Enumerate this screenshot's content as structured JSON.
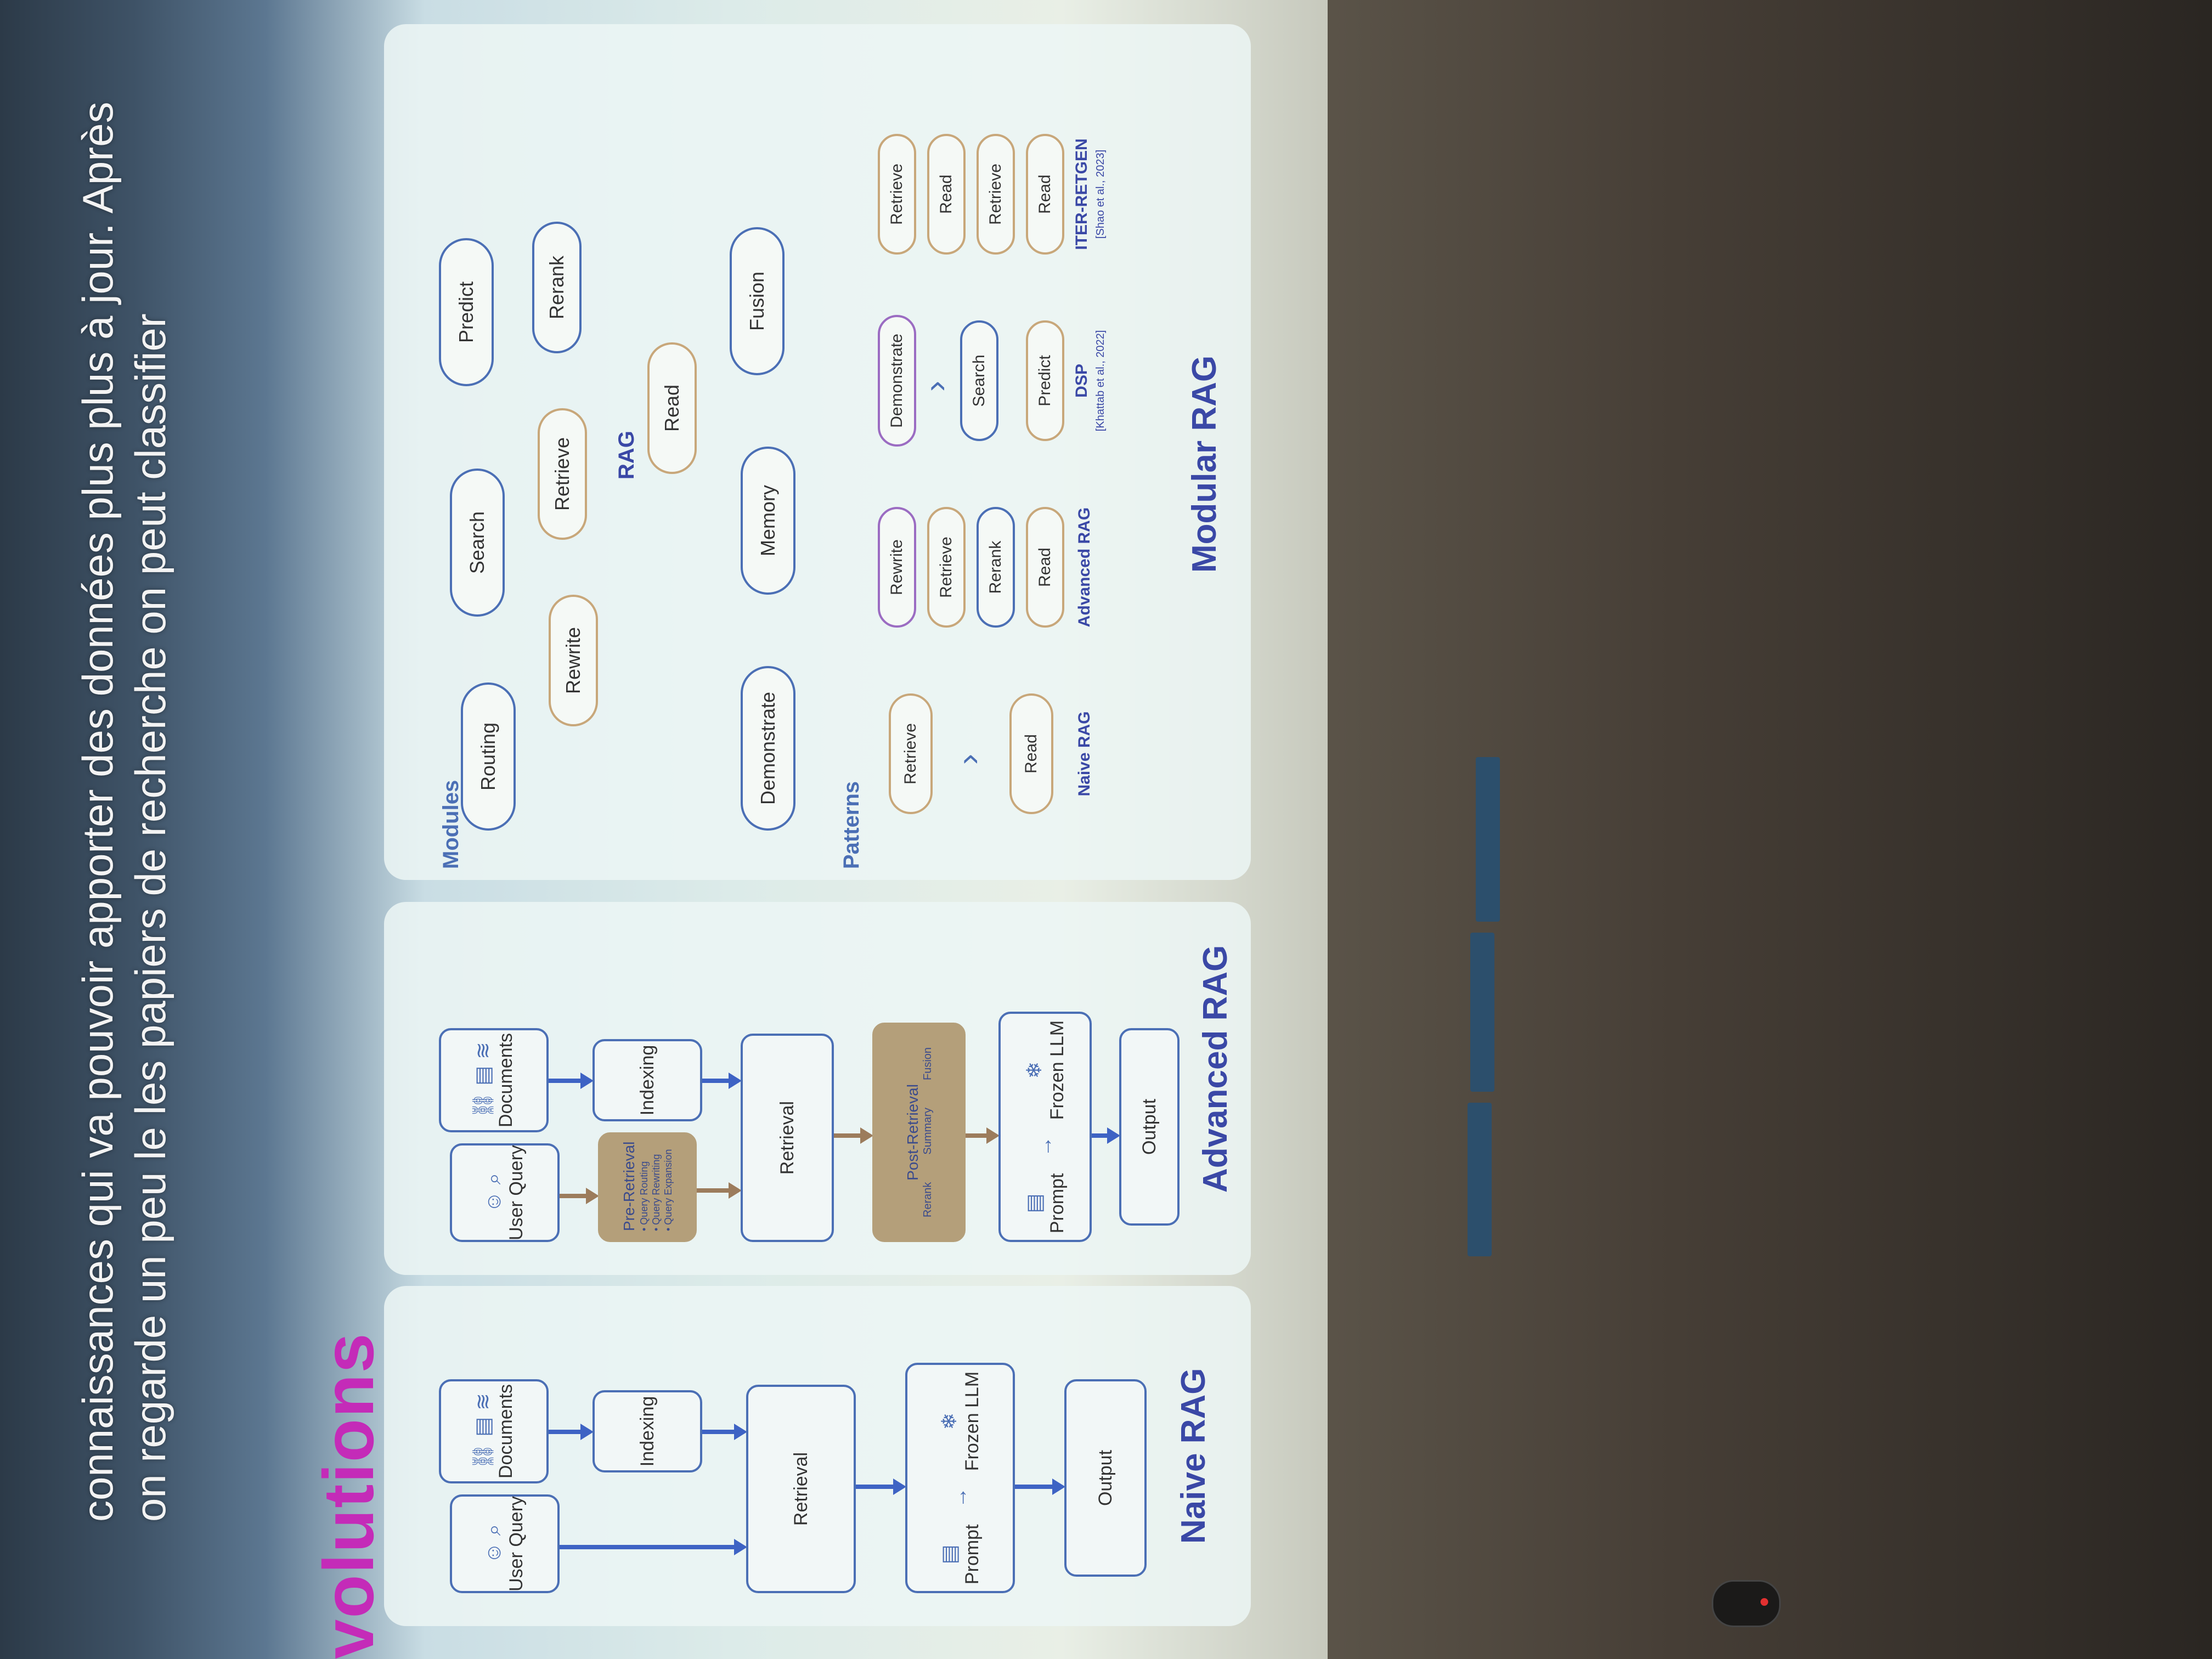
{
  "caption": {
    "line1": "connaissances qui va pouvoir apporter des données plus plus à jour. Après",
    "line2": "on regarde un peu le les papiers de recherche on peut classifier"
  },
  "slide": {
    "section_title": "volutions",
    "naive": {
      "label": "Naive RAG",
      "user_query": [
        "User",
        "Query"
      ],
      "documents": "Documents",
      "indexing": "Indexing",
      "retrieval": "Retrieval",
      "prompt": "Prompt",
      "frozen_llm": "Frozen LLM",
      "output": "Output"
    },
    "advanced": {
      "label": "Advanced RAG",
      "user_query": [
        "User",
        "Query"
      ],
      "documents": "Documents",
      "indexing": "Indexing",
      "pre_retrieval": {
        "title": "Pre-Retrieval",
        "items": [
          "• Query Routing",
          "• Query Rewriting",
          "• Query Expansion"
        ]
      },
      "retrieval": "Retrieval",
      "post_retrieval": {
        "title": "Post-Retrieval",
        "items": [
          "Rerank",
          "Summary",
          "Fusion"
        ]
      },
      "prompt": "Prompt",
      "frozen_llm": "Frozen LLM",
      "output": "Output"
    },
    "modular": {
      "label": "Modular RAG",
      "modules_title": "Modules",
      "modules": {
        "routing": "Routing",
        "search": "Search",
        "predict": "Predict",
        "rewrite": "Rewrite",
        "retrieve": "Retrieve",
        "rerank": "Rerank",
        "rag": "RAG",
        "read": "Read",
        "demonstrate": "Demonstrate",
        "memory": "Memory",
        "fusion": "Fusion"
      },
      "patterns_title": "Patterns",
      "patterns": [
        {
          "name": "Naive RAG",
          "cite": "",
          "steps": [
            "Retrieve",
            "Read"
          ]
        },
        {
          "name": "Advanced RAG",
          "cite": "",
          "steps": [
            "Rewrite",
            "Retrieve",
            "Rerank",
            "Read"
          ]
        },
        {
          "name": "DSP",
          "cite": "[Khattab et al., 2022]",
          "steps": [
            "Demonstrate",
            "Search",
            "Predict"
          ]
        },
        {
          "name": "ITER-RETGEN",
          "cite": "[Shao et al., 2023]",
          "steps": [
            "Retrieve",
            "Read",
            "Retrieve",
            "Read"
          ]
        }
      ]
    }
  },
  "colors": {
    "accent": "#4b6fb5",
    "title_magenta": "#c42bb8",
    "label_blue": "#3a48a6",
    "tan": "#b49f7a"
  }
}
